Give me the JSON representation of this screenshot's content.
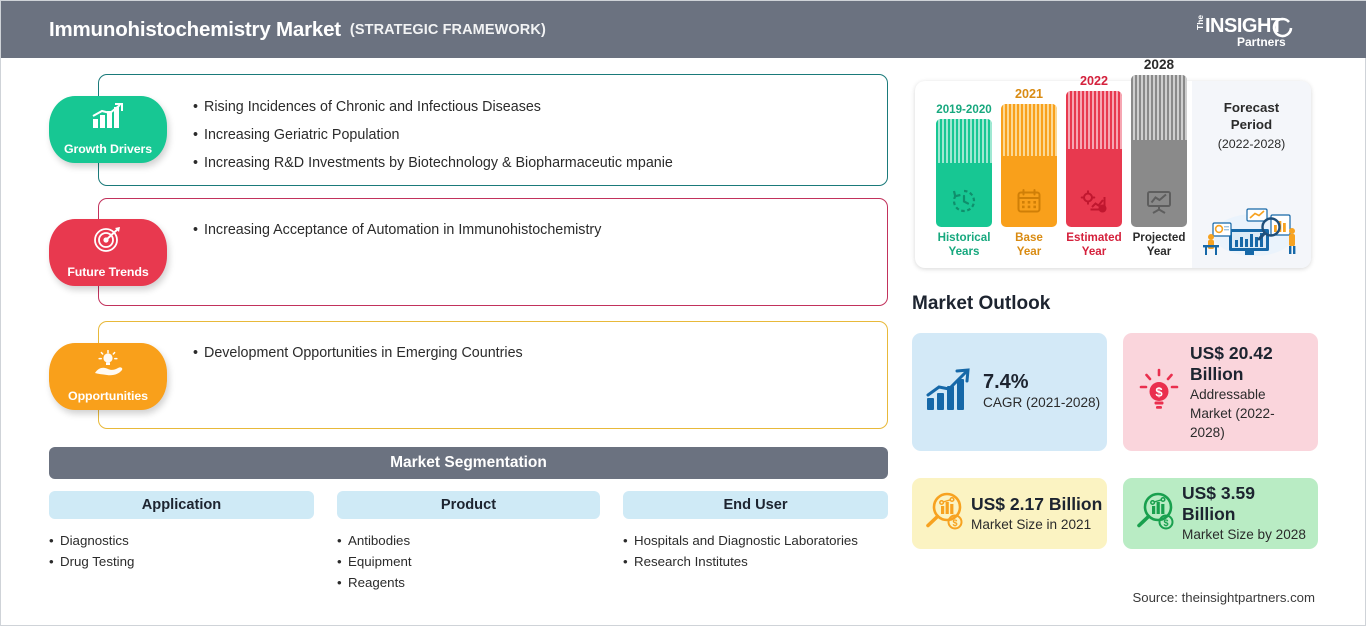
{
  "header": {
    "title": "Immunohistochemistry Market",
    "subtitle": "(STRATEGIC FRAMEWORK)",
    "logo_line1": "The",
    "logo_line2": "INSIGHT",
    "logo_line3": "Partners",
    "bg_color": "#6b7280"
  },
  "drivers": [
    {
      "badge_label": "Growth Drivers",
      "icon": "bar-chart-arrow-up-icon",
      "badge_color": "#17c793",
      "border_color": "#1a7a7a",
      "items": [
        "Rising Incidences of Chronic and Infectious Diseases",
        "Increasing Geriatric Population",
        "Increasing R&D Investments by Biotechnology & Biopharmaceutic mpanie"
      ]
    },
    {
      "badge_label": "Future Trends",
      "icon": "target-dartboard-icon",
      "badge_color": "#e8394f",
      "border_color": "#c2325c",
      "items": [
        "Increasing Acceptance of Automation in Immunohistochemistry"
      ]
    },
    {
      "badge_label": "Opportunities",
      "icon": "lightbulb-in-hand-icon",
      "badge_color": "#f9a01b",
      "border_color": "#e8b93a",
      "items": [
        "Development Opportunities in Emerging Countries"
      ]
    }
  ],
  "segmentation": {
    "title": "Market Segmentation",
    "columns": [
      {
        "header": "Application",
        "items": [
          "Diagnostics",
          "Drug Testing"
        ]
      },
      {
        "header": "Product",
        "items": [
          "Antibodies",
          "Equipment",
          "Reagents"
        ]
      },
      {
        "header": "End User",
        "items": [
          "Hospitals and Diagnostic Laboratories",
          "Research Institutes"
        ]
      }
    ]
  },
  "forecast": {
    "bars": [
      {
        "year": "2019-2020",
        "name": "Historical\nYears",
        "color": "#17c793",
        "icon": "clock-history-icon",
        "height": 108,
        "text_color": "#17a87e"
      },
      {
        "year": "2021",
        "name": "Base\nYear",
        "color": "#f9a01b",
        "icon": "calendar-icon",
        "height": 123,
        "text_color": "#d98b12"
      },
      {
        "year": "2022",
        "name": "Estimated\nYear",
        "color": "#e8394f",
        "icon": "gear-graph-icon",
        "height": 136,
        "text_color": "#d4213c"
      },
      {
        "year": "2028",
        "name": "Projected\nYear",
        "color": "#8a8a8a",
        "icon": "presentation-chart-icon",
        "height": 152,
        "text_color": "#2b2b2b"
      }
    ],
    "panel_title_line1": "Forecast",
    "panel_title_line2": "Period",
    "panel_period": "(2022-2028)",
    "panel_illustration": "analytics-dashboard-illustration"
  },
  "outlook": {
    "title": "Market Outlook",
    "cards": [
      {
        "icon": "growth-bar-chart-icon",
        "bg": "#d3e9f7",
        "accent": "#1668a8",
        "big": "7.4%",
        "small": "CAGR (2021-2028)"
      },
      {
        "icon": "lightbulb-dollar-icon",
        "bg": "#fad5dc",
        "accent": "#ea2f4e",
        "big": "US$ 20.42 Billion",
        "small": "Addressable Market (2022-2028)"
      },
      {
        "icon": "magnifier-chart-dollar-icon",
        "bg": "#fbf3c2",
        "accent": "#f7a220",
        "big": "US$ 2.17 Billion",
        "small": "Market Size in 2021"
      },
      {
        "icon": "magnifier-chart-dollar-icon",
        "bg": "#b9ecc4",
        "accent": "#19a04e",
        "big": "US$ 3.59 Billion",
        "small": "Market Size by 2028"
      }
    ]
  },
  "source": "Source: theinsightpartners.com"
}
